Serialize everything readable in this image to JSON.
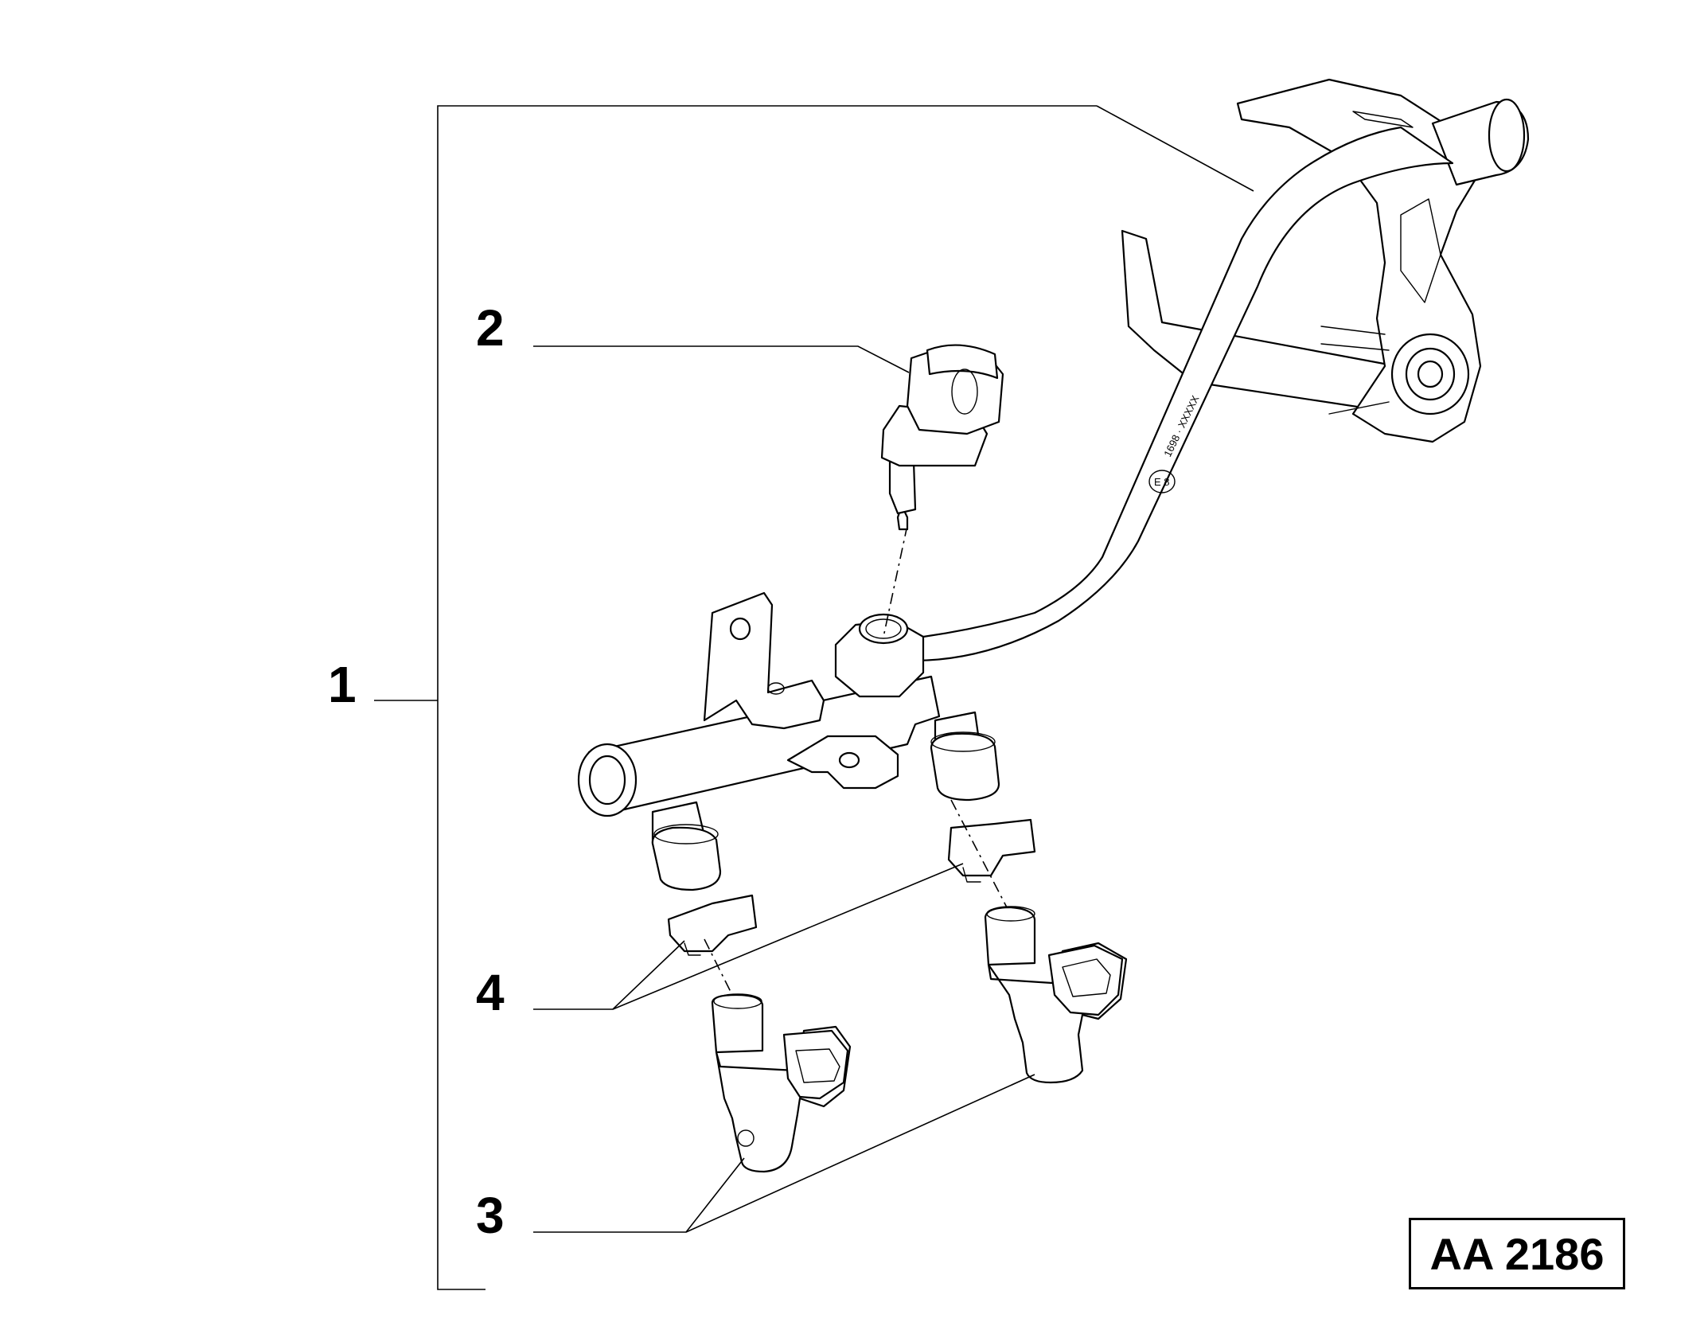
{
  "callouts": {
    "part_1": "1",
    "part_2": "2",
    "part_3": "3",
    "part_4": "4"
  },
  "drawing_reference": "AA 2186",
  "stamp_text": "1698 · XXXXX",
  "stamp_mark": "E 8"
}
